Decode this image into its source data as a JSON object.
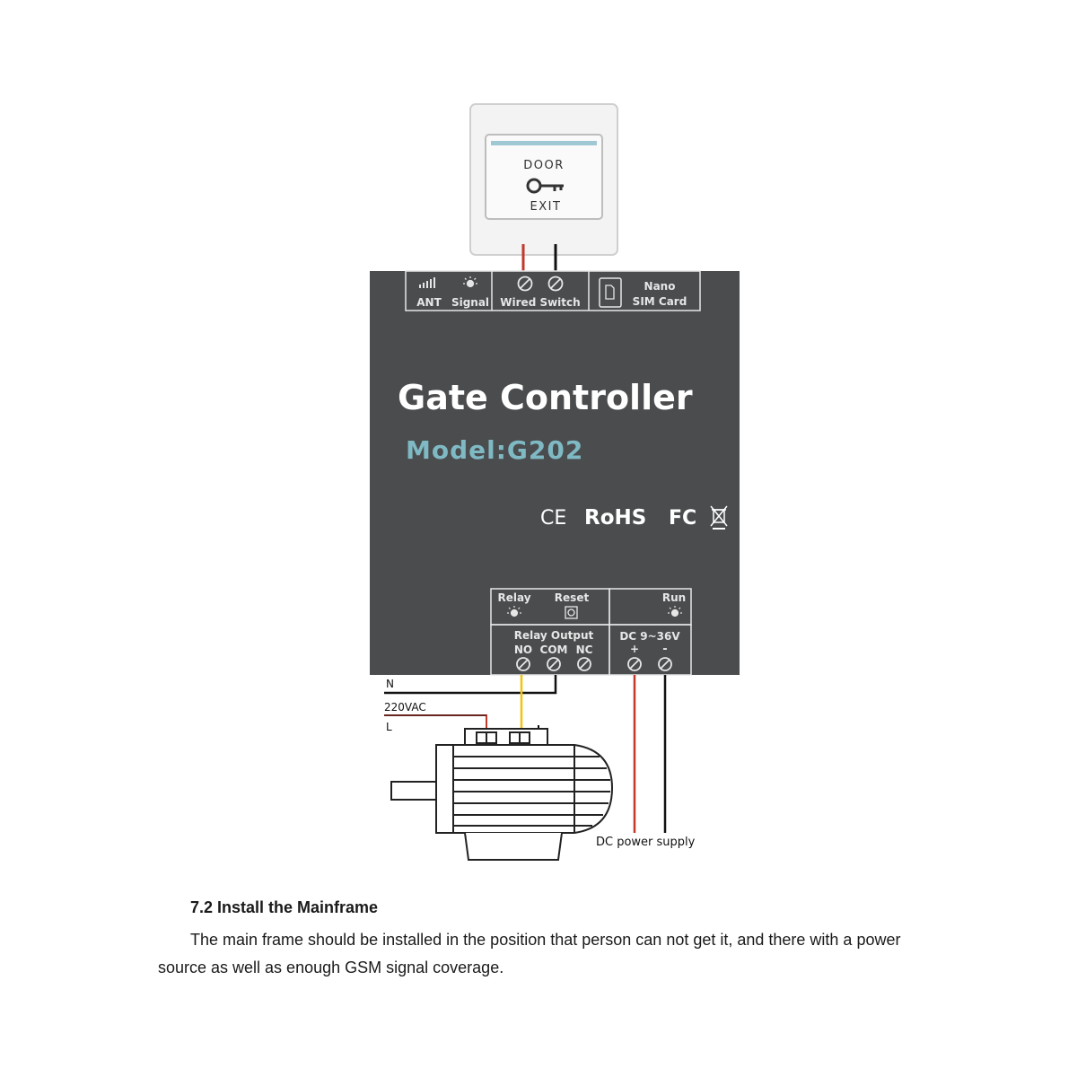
{
  "exit_button": {
    "top_label": "DOOR",
    "bottom_label": "EXIT",
    "icon": "key-icon"
  },
  "controller": {
    "title": "Gate Controller",
    "model": "Model:G202",
    "certifications": [
      "CE",
      "RoHS",
      "FC"
    ],
    "cert_icon": "weee-bin-icon",
    "colors": {
      "body": "#4a4c4e",
      "title": "#ffffff",
      "model": "#7fb9c4"
    },
    "top_ports": {
      "ant": "ANT",
      "signal": "Signal",
      "wired_switch": "Wired Switch",
      "sim_line1": "Nano",
      "sim_line2": "SIM Card"
    },
    "bottom_ports": {
      "relay": "Relay",
      "reset": "Reset",
      "run": "Run",
      "relay_output": "Relay Output",
      "no": "NO",
      "com": "COM",
      "nc": "NC",
      "dc": "DC 9~36V",
      "plus": "+",
      "minus": "-"
    }
  },
  "wiring": {
    "n": "N",
    "vac": "220VAC",
    "l": "L",
    "dc_supply": "DC power supply",
    "colors": {
      "red": "#c0392b",
      "black": "#111111",
      "yellow": "#f1c40f"
    }
  },
  "section": {
    "heading": "7.2 Install the Mainframe",
    "body": "The main frame should be installed in the position that person can not get it, and there with a power source as well as enough GSM signal coverage."
  }
}
